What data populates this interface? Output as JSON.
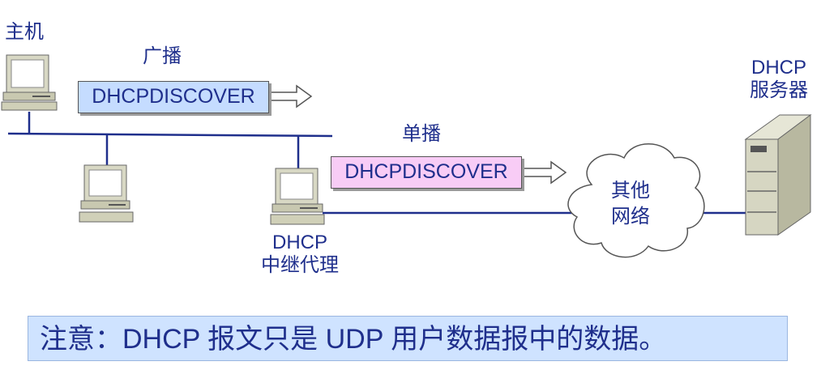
{
  "labels": {
    "host": "主机",
    "broadcast": "广播",
    "unicast": "单播",
    "relay_line1": "DHCP",
    "relay_line2": "中继代理",
    "server_line1": "DHCP",
    "server_line2": "服务器",
    "cloud_line1": "其他",
    "cloud_line2": "网络"
  },
  "messages": {
    "broadcast_msg": "DHCPDISCOVER",
    "unicast_msg": "DHCPDISCOVER"
  },
  "note": "注意：DHCP 报文只是 UDP 用户数据报中的数据。",
  "colors": {
    "line": "#1f2f8c",
    "text": "#1f2f8c",
    "broadcast_box": "#c5dcff",
    "unicast_box": "#f8ccf6",
    "note_bg": "#cfe3ff"
  }
}
